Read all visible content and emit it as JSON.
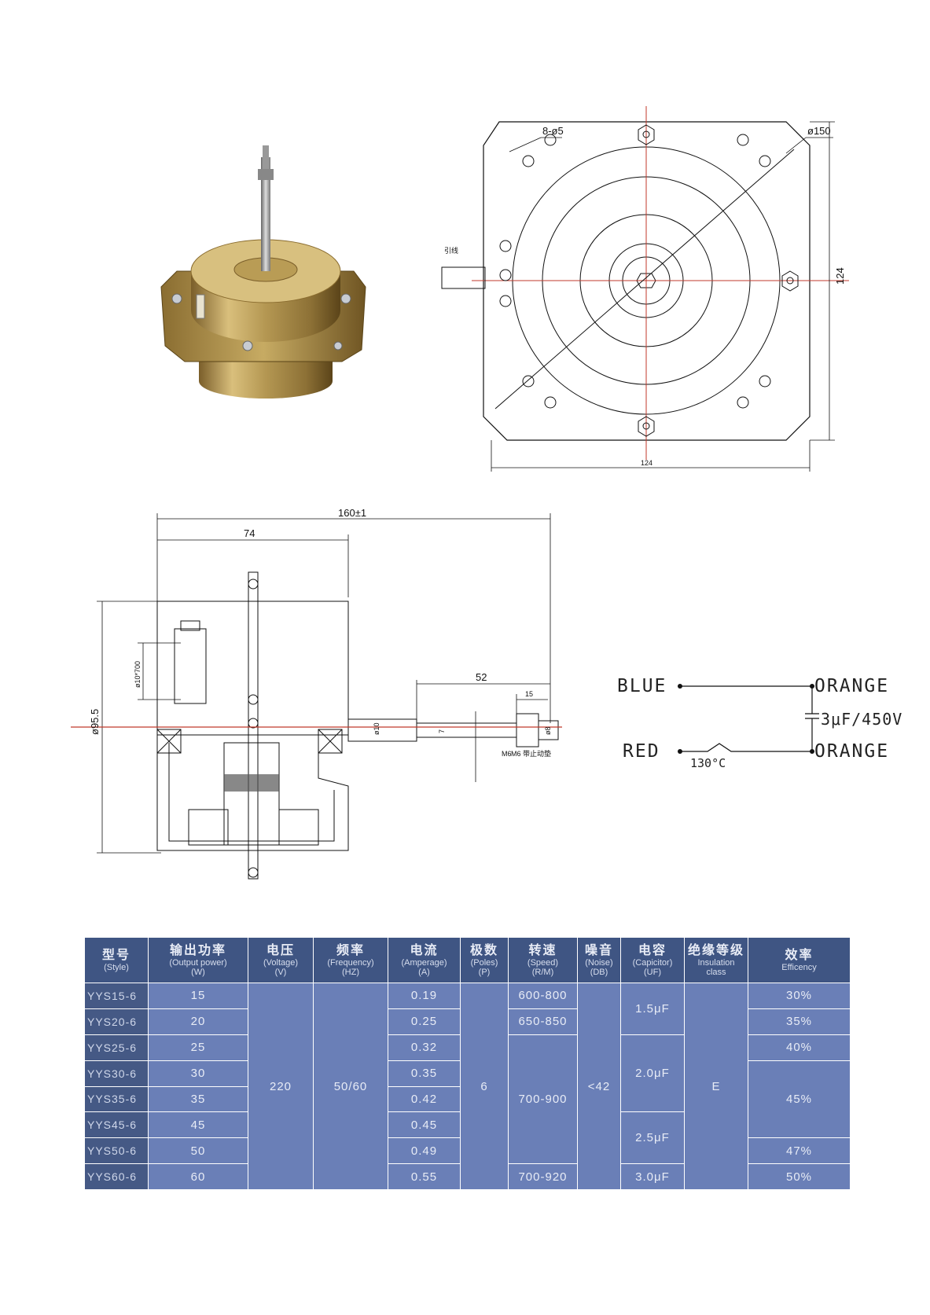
{
  "top_drawing": {
    "holes_label": "8-ø5",
    "diameter_label": "ø150",
    "lead_label": "引线",
    "height_label": "124",
    "width_label": "124"
  },
  "side_drawing": {
    "overall_length": "160±1",
    "body_length": "74",
    "shaft_length": "52",
    "thread_length": "15",
    "body_diameter": "ø95.5",
    "lead_diameter": "ø10*700",
    "shaft_d1": "ø10",
    "shaft_d2": "ø8",
    "flat": "7",
    "thread": "M6",
    "nut_note": "M6 带止动垫"
  },
  "wiring": {
    "blue_label": "BLUE",
    "red_label": "RED",
    "orange_top_label": "ORANGE",
    "orange_bottom_label": "ORANGE",
    "capacitor_label": "3μF/450V",
    "thermal_label": "130°C"
  },
  "table": {
    "headers": [
      {
        "zh": "型号",
        "en": "(Style)"
      },
      {
        "zh": "输出功率",
        "en": "(Output power)",
        "unit": "(W)"
      },
      {
        "zh": "电压",
        "en": "(Voltage)",
        "unit": "(V)"
      },
      {
        "zh": "频率",
        "en": "(Frequency)",
        "unit": "(HZ)"
      },
      {
        "zh": "电流",
        "en": "(Amperage)",
        "unit": "(A)"
      },
      {
        "zh": "极数",
        "en": "(Poles)",
        "unit": "(P)"
      },
      {
        "zh": "转速",
        "en": "(Speed)",
        "unit": "(R/M)"
      },
      {
        "zh": "噪音",
        "en": "(Noise)",
        "unit": "(DB)"
      },
      {
        "zh": "电容",
        "en": "(Capicitor)",
        "unit": "(UF)"
      },
      {
        "zh": "绝缘等级",
        "en": "Insulation",
        "unit": "class"
      },
      {
        "zh": "效率",
        "en": "Efficency"
      }
    ],
    "models": [
      "YYS15-6",
      "YYS20-6",
      "YYS25-6",
      "YYS30-6",
      "YYS35-6",
      "YYS45-6",
      "YYS50-6",
      "YYS60-6"
    ],
    "power": [
      "15",
      "20",
      "25",
      "30",
      "35",
      "45",
      "50",
      "60"
    ],
    "voltage": "220",
    "frequency": "50/60",
    "current": [
      "0.19",
      "0.25",
      "0.32",
      "0.35",
      "0.42",
      "0.45",
      "0.49",
      "0.55"
    ],
    "poles": "6",
    "speed": [
      "600-800",
      "650-850",
      "700-900",
      "700-920"
    ],
    "noise": "<42",
    "capacitor": [
      "1.5μF",
      "2.0μF",
      "2.5μF",
      "3.0μF"
    ],
    "insulation": "E",
    "efficiency": [
      "30%",
      "35%",
      "40%",
      "45%",
      "47%",
      "50%"
    ]
  },
  "colors": {
    "header_bg": "#3f5583",
    "cell_bg": "#6a7fb7",
    "model_bg": "#455985",
    "center_line": "#c0392b"
  }
}
